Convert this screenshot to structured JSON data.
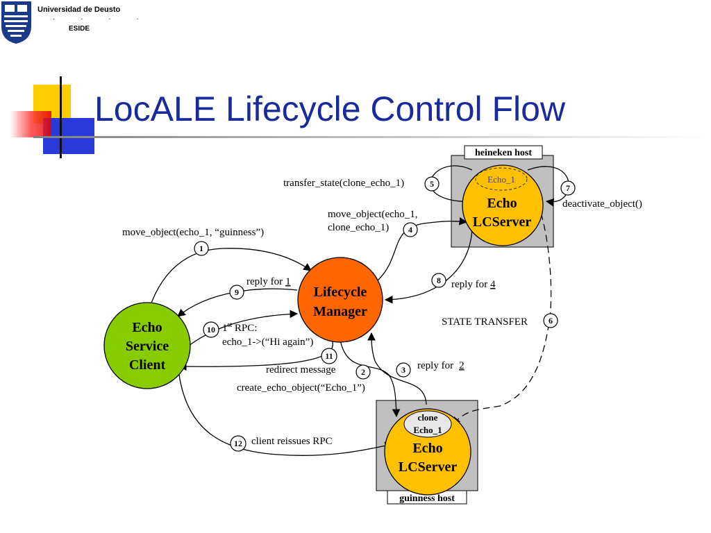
{
  "header": {
    "university": "Universidad de Deusto",
    "dots": "· · · ·",
    "school": "ESIDE"
  },
  "title": "LocALE Lifecycle Control Flow",
  "hosts": {
    "heineken": "heineken host",
    "guinness": "guinness host"
  },
  "nodes": {
    "echo_server_top": [
      "Echo",
      "LCServer"
    ],
    "echo_1": "Echo_1",
    "lifecycle_manager": [
      "Lifecycle",
      "Manager"
    ],
    "client": [
      "Echo",
      "Service",
      "Client"
    ],
    "echo_server_bottom": [
      "Echo",
      "LCServer"
    ],
    "clone_echo_1": [
      "clone",
      "Echo_1"
    ]
  },
  "steps": {
    "s1": {
      "num": "1",
      "label": "move_object(echo_1, “guinness”)"
    },
    "s2": {
      "num": "2",
      "label": "create_echo_object(“Echo_1”)"
    },
    "s3": {
      "num": "3",
      "label": "reply for",
      "ref": "2"
    },
    "s4": {
      "num": "4",
      "label1": "move_object(echo_1,",
      "label2": "clone_echo_1)"
    },
    "s5": {
      "num": "5",
      "label": "transfer_state(clone_echo_1)"
    },
    "s6": {
      "num": "6",
      "label": "STATE TRANSFER"
    },
    "s7": {
      "num": "7",
      "label": "deactivate_object()"
    },
    "s8": {
      "num": "8",
      "label": "reply for",
      "ref": "4"
    },
    "s9": {
      "num": "9",
      "label": "reply for",
      "ref": "1"
    },
    "s10": {
      "num": "10",
      "label_pre": "1",
      "label_sup": "st",
      "label_post": " RPC:",
      "label2": "echo_1->(“Hi again”)"
    },
    "s11": {
      "num": "11",
      "label": "redirect message"
    },
    "s12": {
      "num": "12",
      "label": "client reissues RPC"
    }
  }
}
